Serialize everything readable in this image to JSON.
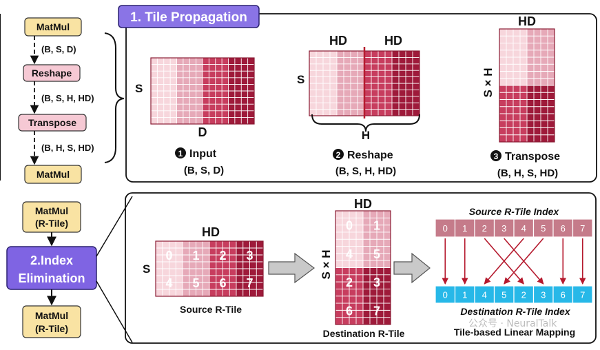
{
  "flow": {
    "matmul_top": "MatMul",
    "shape1": "(B, S, D)",
    "reshape": "Reshape",
    "shape2": "(B, S, H, HD)",
    "transpose": "Transpose",
    "shape3": "(B, H, S, HD)",
    "matmul_bottom": "MatMul"
  },
  "section1": {
    "title": "1. Tile Propagation",
    "input": {
      "row_label": "S",
      "col_label": "D",
      "num": "1",
      "name": "Input",
      "shape": "(B, S, D)"
    },
    "reshape": {
      "row_label": "S",
      "hd_left": "HD",
      "hd_right": "HD",
      "h_label": "H",
      "num": "2",
      "name": "Reshape",
      "shape": "(B, S, H, HD)"
    },
    "transpose": {
      "top_label": "HD",
      "side_label": "S × H",
      "num": "3",
      "name": "Transpose",
      "shape": "(B, H, S, HD)"
    }
  },
  "section2": {
    "title_line1": "2.Index",
    "title_line2": "Elimination",
    "matmul_top_line1": "MatMul",
    "matmul_top_line2": "(R-Tile)",
    "matmul_bottom_line1": "MatMul",
    "matmul_bottom_line2": "(R-Tile)",
    "source": {
      "hd": "HD",
      "s": "S",
      "caption": "Source R-Tile",
      "indices": [
        "0",
        "1",
        "2",
        "3",
        "4",
        "5",
        "6",
        "7"
      ]
    },
    "dest": {
      "hd": "HD",
      "side": "S × H",
      "caption": "Destination R-Tile",
      "indices": [
        "0",
        "1",
        "4",
        "5",
        "2",
        "3",
        "6",
        "7"
      ]
    },
    "mapping": {
      "source_title": "Source R-Tile Index",
      "dest_title": "Destination R-Tile Index",
      "caption": "Tile-based Linear Mapping",
      "source_indices": [
        "0",
        "1",
        "2",
        "3",
        "4",
        "5",
        "6",
        "7"
      ],
      "dest_indices": [
        "0",
        "1",
        "4",
        "5",
        "2",
        "3",
        "6",
        "7"
      ]
    }
  },
  "watermark": "公众号 · NeuralTalk",
  "colors": {
    "matmul_fill": "#f9e3a3",
    "reshape_fill": "#f6c9d4",
    "section_title_fill": "#8a74e6",
    "index_fill": "#7f64e3",
    "source_cell": "#c57b8a",
    "dest_cell": "#27b8e8",
    "arrow": "#b51a2e",
    "tile_light": "#f7d6dc",
    "tile_mid": "#e6a9b8",
    "tile_dark": "#c73d5e",
    "tile_darker": "#9e1a3a"
  }
}
